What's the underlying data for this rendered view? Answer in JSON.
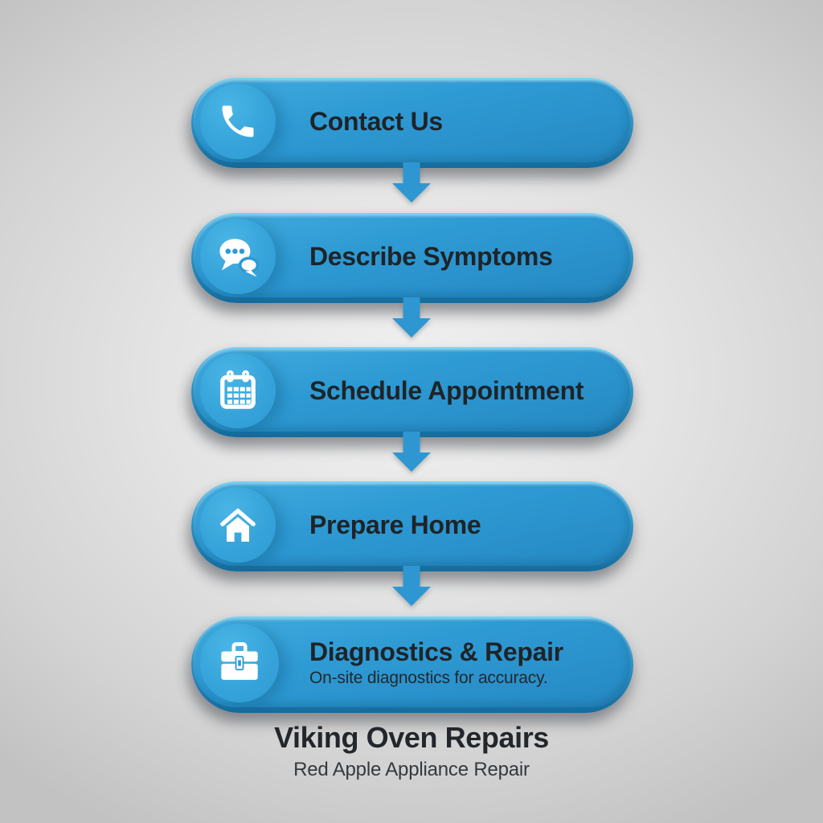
{
  "steps": [
    {
      "label": "Contact Us",
      "icon": "phone-icon"
    },
    {
      "label": "Describe Symptoms",
      "icon": "chat-bubbles-icon"
    },
    {
      "label": "Schedule Appointment",
      "icon": "calendar-icon"
    },
    {
      "label": "Prepare Home",
      "icon": "home-icon"
    },
    {
      "label": "Diagnostics & Repair",
      "icon": "toolbox-icon",
      "subtitle": "On-site diagnostics for accuracy."
    }
  ],
  "footer": {
    "title": "Viking Oven Repairs",
    "subtitle": "Red Apple Appliance Repair"
  },
  "colors": {
    "pill_top": "#41abde",
    "pill_bottom": "#2689c1",
    "pill_rim_light": "#7dd2f2",
    "pill_rim_dark": "#156c9d",
    "badge_blue": "#36a4da",
    "arrow_blue": "#2e97d2",
    "icon_white": "#ffffff",
    "text_dark": "#1e2428",
    "background_center": "#f0f0f0",
    "background_edge": "#c2c2c2"
  }
}
